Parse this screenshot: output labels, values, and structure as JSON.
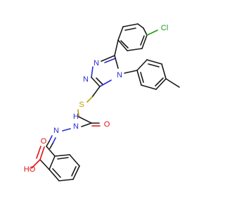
{
  "molecule": {
    "atoms": {
      "cl": "Cl",
      "s": "S",
      "o_amide": "O",
      "o_acid": "O",
      "ho": "HO",
      "nh_amide": "H\nN",
      "n_imine": "N",
      "n1": "N",
      "n2": "N",
      "n4": "N"
    }
  },
  "colors": {
    "carbon_bond": "#1a1a1a",
    "nitrogen": "#2b2bd6",
    "oxygen": "#e01010",
    "sulfur": "#b5a000",
    "chlorine": "#1a9b1a"
  }
}
